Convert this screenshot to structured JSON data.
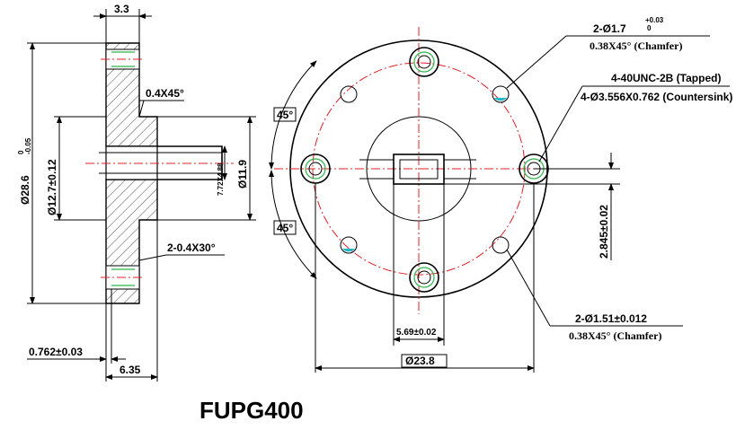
{
  "part_number": "FUPG400",
  "side_view": {
    "top_width": "3.3",
    "chamfer_top": "0.4X45°",
    "outer_dia": "Ø28.6",
    "outer_dia_tol_upper": "0",
    "outer_dia_tol_lower": "-0.05",
    "hub_dia": "Ø12.7±0.12",
    "waveguide_size": "7.72X4.88",
    "boss_dia": "Ø11.9",
    "chamfer_bottom": "2-0.4X30°",
    "step_depth": "0.762±0.03",
    "thickness": "6.35"
  },
  "front_view": {
    "angle_top": "45°",
    "angle_bottom": "45°",
    "dowel_note": "2-Ø1.7",
    "dowel_tol_upper": "+0.03",
    "dowel_tol_lower": "0",
    "dowel_chamfer": "0.38X45° (Chamfer)",
    "thread_note": "4-40UNC-2B (Tapped)",
    "countersink_note": "4-Ø3.556X0.762  (Countersink)",
    "offset_dim": "2.845±0.02",
    "pin_hole_note": "2-Ø1.51±0.012",
    "pin_hole_chamfer": "0.38X45° (Chamfer)",
    "aperture_width": "5.69±0.02",
    "flange_dia": "Ø23.8"
  }
}
